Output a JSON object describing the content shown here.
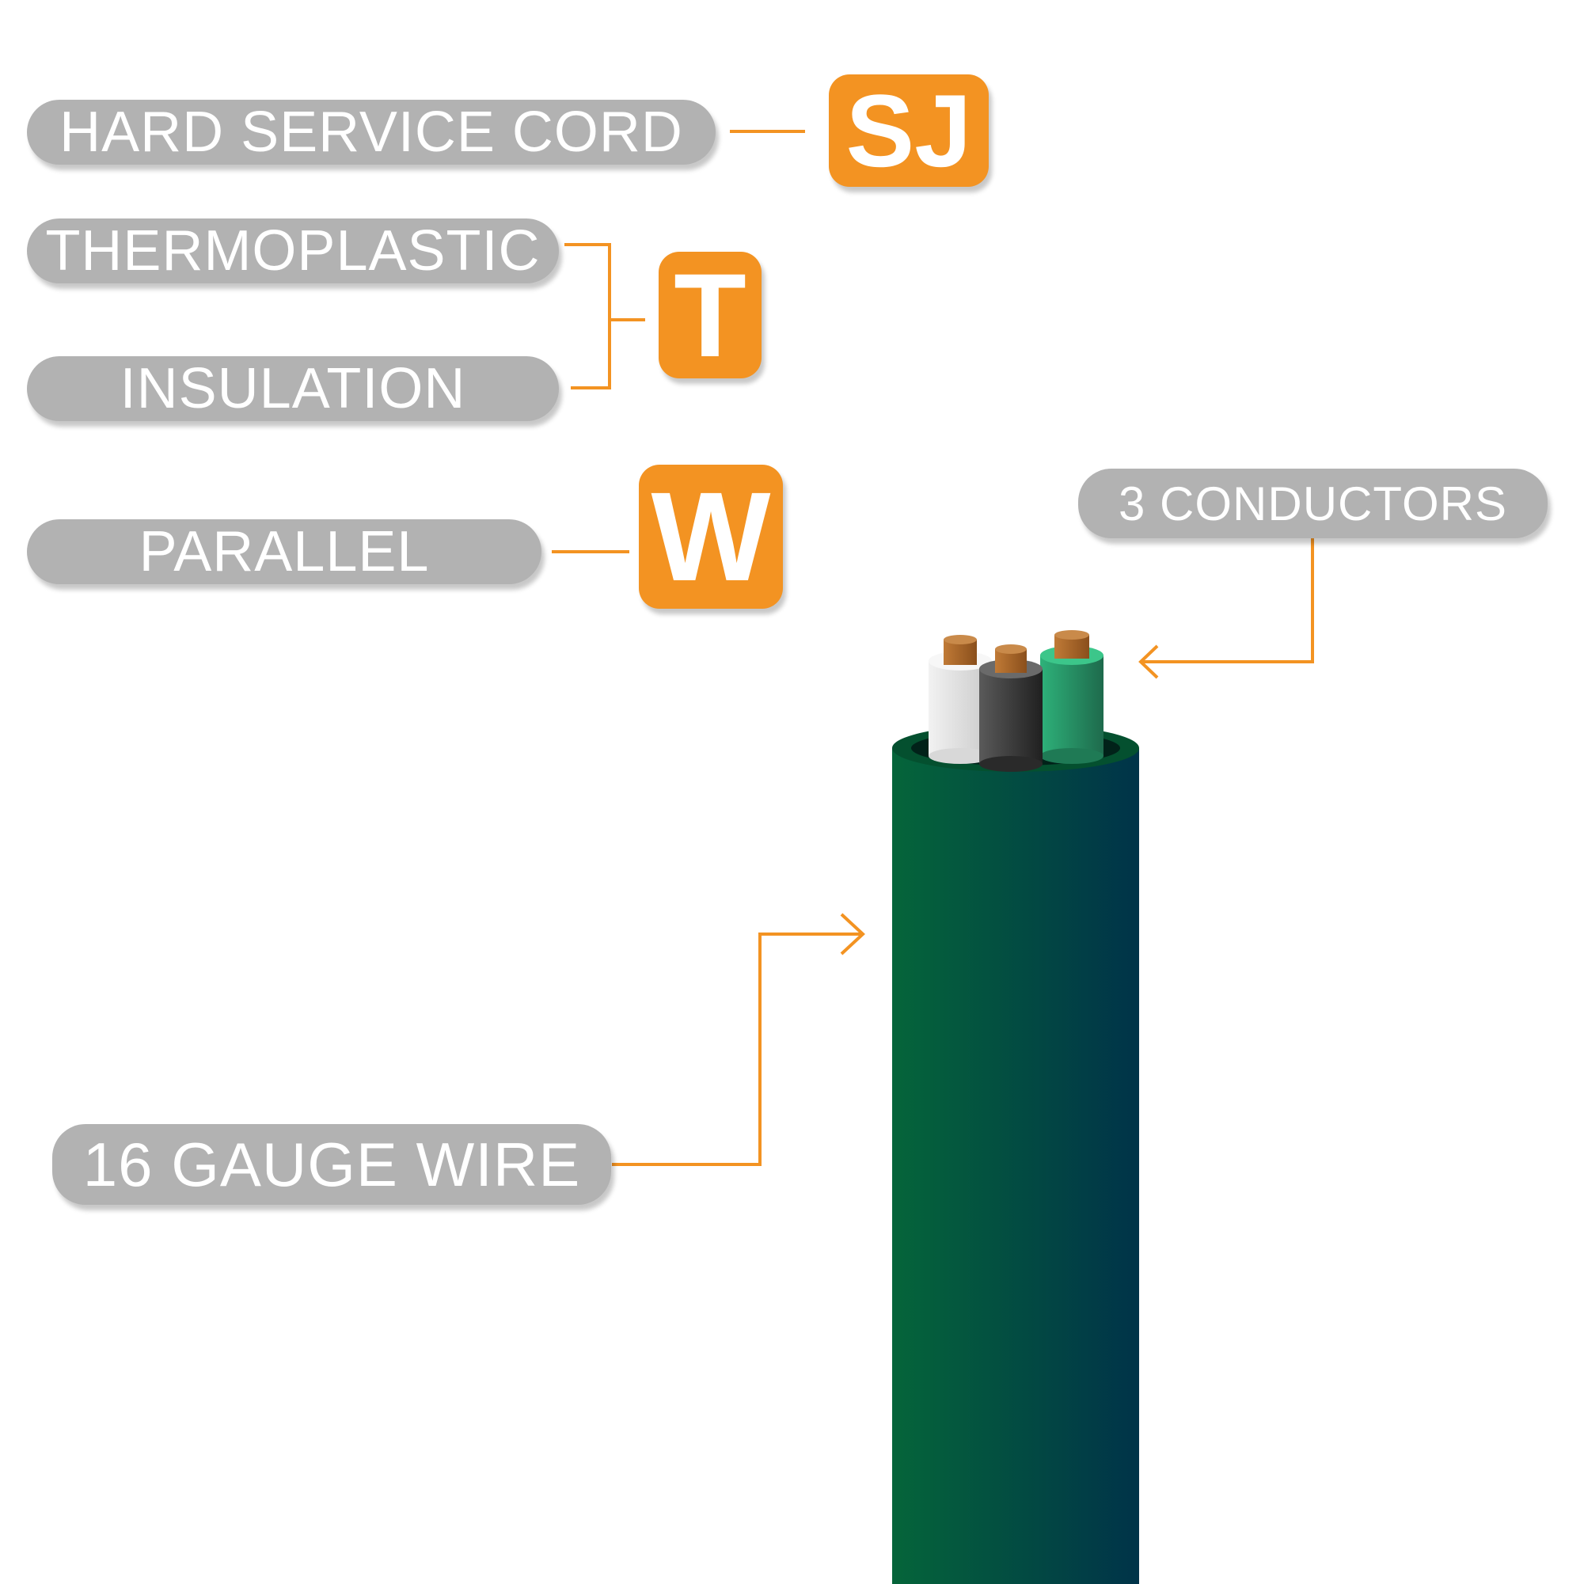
{
  "labels": {
    "hard_service_cord": "HARD SERVICE CORD",
    "thermoplastic": "THERMOPLASTIC",
    "insulation": "INSULATION",
    "parallel": "PARALLEL",
    "conductors": "3 CONDUCTORS",
    "gauge": "16 GAUGE WIRE"
  },
  "badges": {
    "sj": "SJ",
    "t": "T",
    "w": "W"
  },
  "colors": {
    "accent": "#f39322",
    "pill": "#b2b2b2",
    "jacket_left": "#05653a",
    "jacket_right": "#003349",
    "conductor_white": "#e6e6e6",
    "conductor_black": "#3a3a3a",
    "conductor_green": "#2e9b6b",
    "copper": "#a5652a"
  }
}
